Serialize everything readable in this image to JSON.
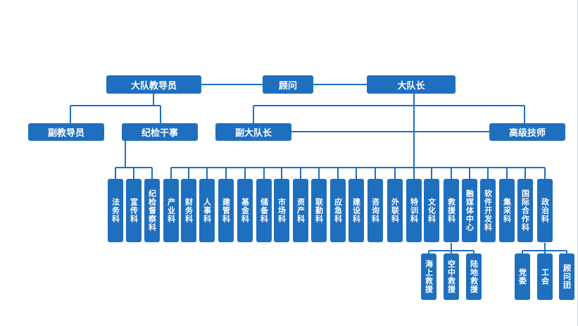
{
  "colors": {
    "node": "#1f6fbf",
    "text": "#ffffff",
    "line": "#1f6fbf"
  },
  "top": {
    "instructor": "大队教导员",
    "advisor": "顾问",
    "captain": "大队长"
  },
  "second": {
    "deputy_instructor": "副教导员",
    "discipline": "纪检干事",
    "deputy_captain": "副大队长",
    "senior_tech": "高级技师"
  },
  "instructor_depts": [
    "法务科",
    "宣传科",
    "纪检督察科"
  ],
  "captain_depts": [
    "产业科",
    "财务科",
    "人事科",
    "建管科",
    "基金科",
    "储备科",
    "市场科",
    "资产科",
    "联勤科",
    "应急科",
    "建设科",
    "咨询科",
    "外联科",
    "特训科",
    "文化科",
    "救援科",
    "融媒体中心",
    "软件开发科",
    "集采科",
    "国际合作科",
    "政治科"
  ],
  "rescue_subs": [
    "海上救援",
    "空中救援",
    "陆地救援"
  ],
  "politics_subs": [
    "党委",
    "工会",
    "顾问团"
  ]
}
